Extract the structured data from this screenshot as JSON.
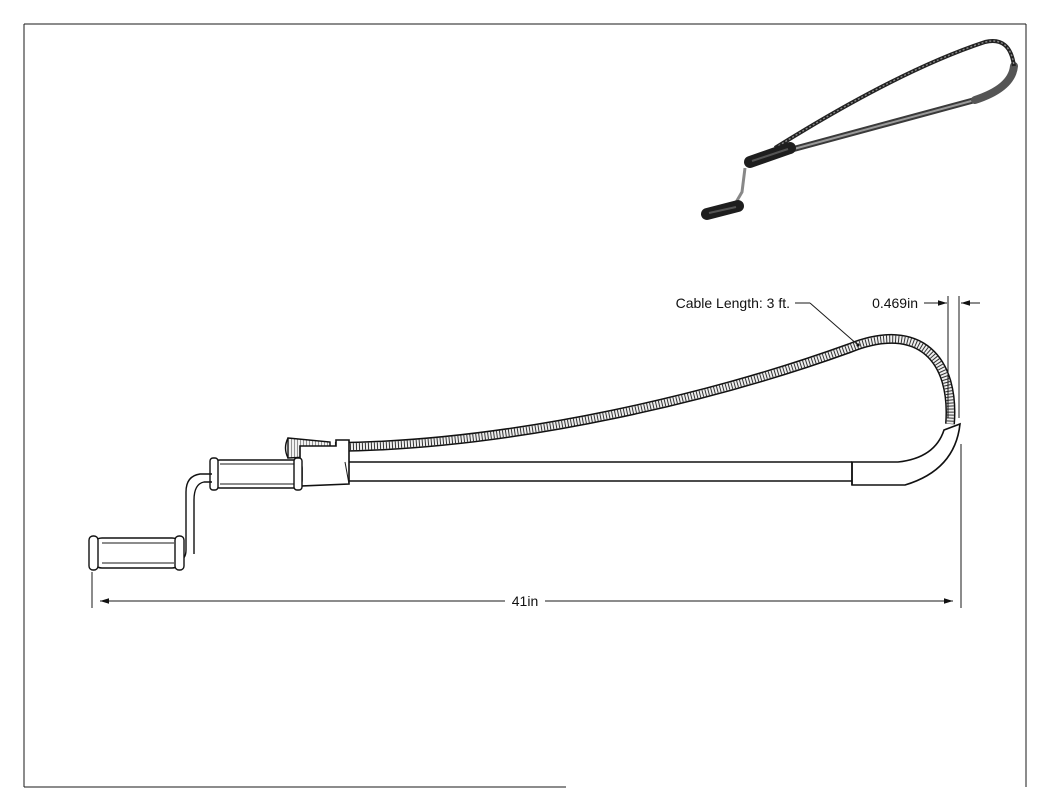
{
  "drawing": {
    "cable_label": "Cable Length: 3 ft.",
    "diameter_label": "0.469in",
    "overall_length_label": "41in"
  },
  "colors": {
    "line": "#111111",
    "coil_fill": "#e6e6e6",
    "iso_dark": "#2b2b2b",
    "iso_mid": "#8a8a8a"
  }
}
